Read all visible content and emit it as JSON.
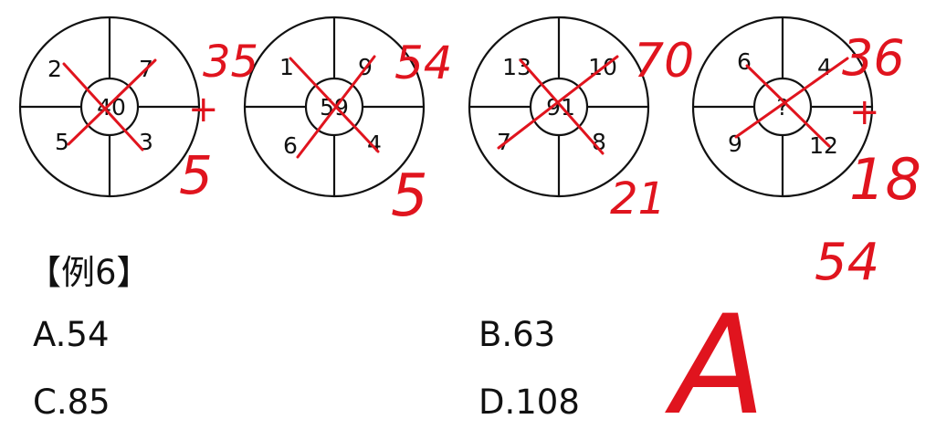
{
  "example_label": "【例6】",
  "options": [
    {
      "text": "A.54"
    },
    {
      "text": "B.63"
    },
    {
      "text": "C.85"
    },
    {
      "text": "D.108"
    }
  ],
  "puzzles": [
    {
      "top_left": "2",
      "top_right": "7",
      "bottom_left": "5",
      "bottom_right": "3",
      "center": "40"
    },
    {
      "top_left": "1",
      "top_right": "9",
      "bottom_left": "6",
      "bottom_right": "4",
      "center": "59"
    },
    {
      "top_left": "13",
      "top_right": "10",
      "bottom_left": "7",
      "bottom_right": "8",
      "center": "91"
    },
    {
      "top_left": "6",
      "top_right": "4",
      "bottom_left": "9",
      "bottom_right": "12",
      "center": "?"
    }
  ],
  "handwriting": {
    "p1_top": "35",
    "p1_mid": "+",
    "p1_bottom": "5",
    "p2_top": "54",
    "p2_bottom": "5",
    "p3_top": "70",
    "p3_bottom": "21",
    "p4_top": "36",
    "p4_mid": "+",
    "p4_low": "18",
    "p4_sum": "54",
    "answer": "A"
  },
  "colors": {
    "ink": "#111111",
    "annotation": "#e0141e",
    "background": "#ffffff"
  }
}
